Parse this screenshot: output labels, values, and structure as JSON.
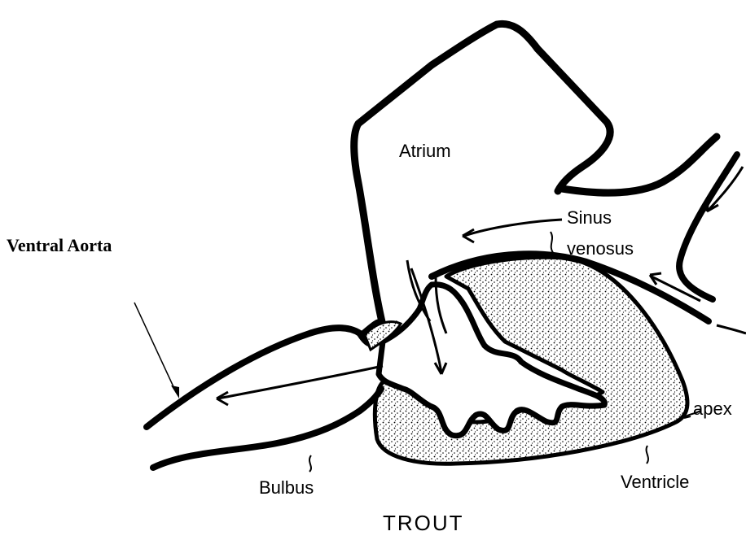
{
  "diagram": {
    "title": "TROUT",
    "labels": {
      "ventral_aorta": "Ventral Aorta",
      "atrium": "Atrium",
      "sinus": "Sinus",
      "venosus": "venosus",
      "apex": "apex",
      "ventricle": "Ventricle",
      "bulbus": "Bulbus"
    },
    "colors": {
      "ink": "#000000",
      "background": "#ffffff",
      "stipple": "#000000"
    }
  }
}
